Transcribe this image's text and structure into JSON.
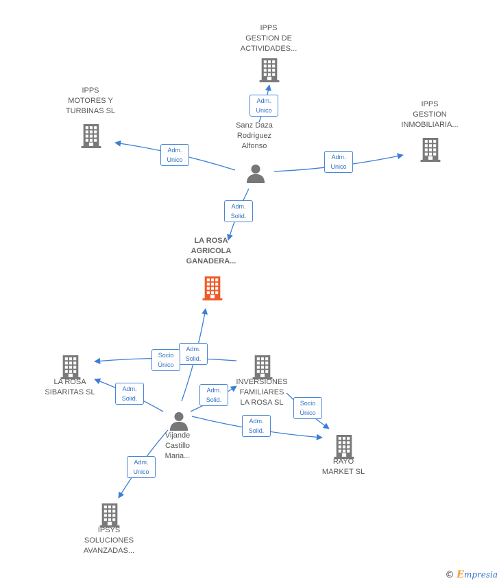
{
  "colors": {
    "edge": "#3a7fd5",
    "company": "#7a7a7a",
    "focus_company": "#f05a2a",
    "person": "#777777"
  },
  "nodes": {
    "ipps_actividades": {
      "label": "IPPS\nGESTION DE\nACTIVIDADES...",
      "kind": "company-icon"
    },
    "ipps_motores": {
      "label": "IPPS\nMOTORES Y\nTURBINAS  SL",
      "kind": "company-icon"
    },
    "ipps_inmobiliaria": {
      "label": "IPPS\nGESTION\nINMOBILIARIA...",
      "kind": "company-icon"
    },
    "sanz_daza": {
      "label": "Sanz Daza\nRodriguez\nAlfonso",
      "kind": "person-icon"
    },
    "la_rosa_agricola": {
      "label": "LA ROSA\nAGRICOLA\nGANADERA...",
      "kind": "company-icon"
    },
    "la_rosa_sibaritas": {
      "label": "LA ROSA\nSIBARITAS  SL",
      "kind": "company-icon"
    },
    "inversiones": {
      "label": "INVERSIONES\nFAMILIARES\nLA ROSA  SL",
      "kind": "company-icon"
    },
    "vijande": {
      "label": "Vijande\nCastillo\nMaria...",
      "kind": "person-icon"
    },
    "rayo": {
      "label": "RAYO\nMARKET  SL",
      "kind": "company-icon"
    },
    "ipsys": {
      "label": "IPSYS\nSOLUCIONES\nAVANZADAS...",
      "kind": "company-icon"
    }
  },
  "edges": [
    {
      "from": "sanz_daza",
      "to": "ipps_actividades",
      "label": "Adm.\nUnico"
    },
    {
      "from": "sanz_daza",
      "to": "ipps_motores",
      "label": "Adm.\nUnico"
    },
    {
      "from": "sanz_daza",
      "to": "ipps_inmobiliaria",
      "label": "Adm.\nUnico"
    },
    {
      "from": "sanz_daza",
      "to": "la_rosa_agricola",
      "label": "Adm.\nSolid."
    },
    {
      "from": "vijande",
      "to": "la_rosa_agricola",
      "label": "Adm.\nSolid."
    },
    {
      "from": "inversiones",
      "to": "la_rosa_sibaritas",
      "label": "Socio\nÚnico"
    },
    {
      "from": "vijande",
      "to": "la_rosa_sibaritas",
      "label": "Adm.\nSolid."
    },
    {
      "from": "vijande",
      "to": "inversiones",
      "label": "Adm.\nSolid."
    },
    {
      "from": "inversiones",
      "to": "rayo",
      "label": "Socio\nÚnico"
    },
    {
      "from": "vijande",
      "to": "rayo",
      "label": "Adm.\nSolid."
    },
    {
      "from": "vijande",
      "to": "ipsys",
      "label": "Adm.\nUnico"
    }
  ],
  "brand": {
    "copyright": "©",
    "e": "E",
    "name": "mpresia"
  }
}
